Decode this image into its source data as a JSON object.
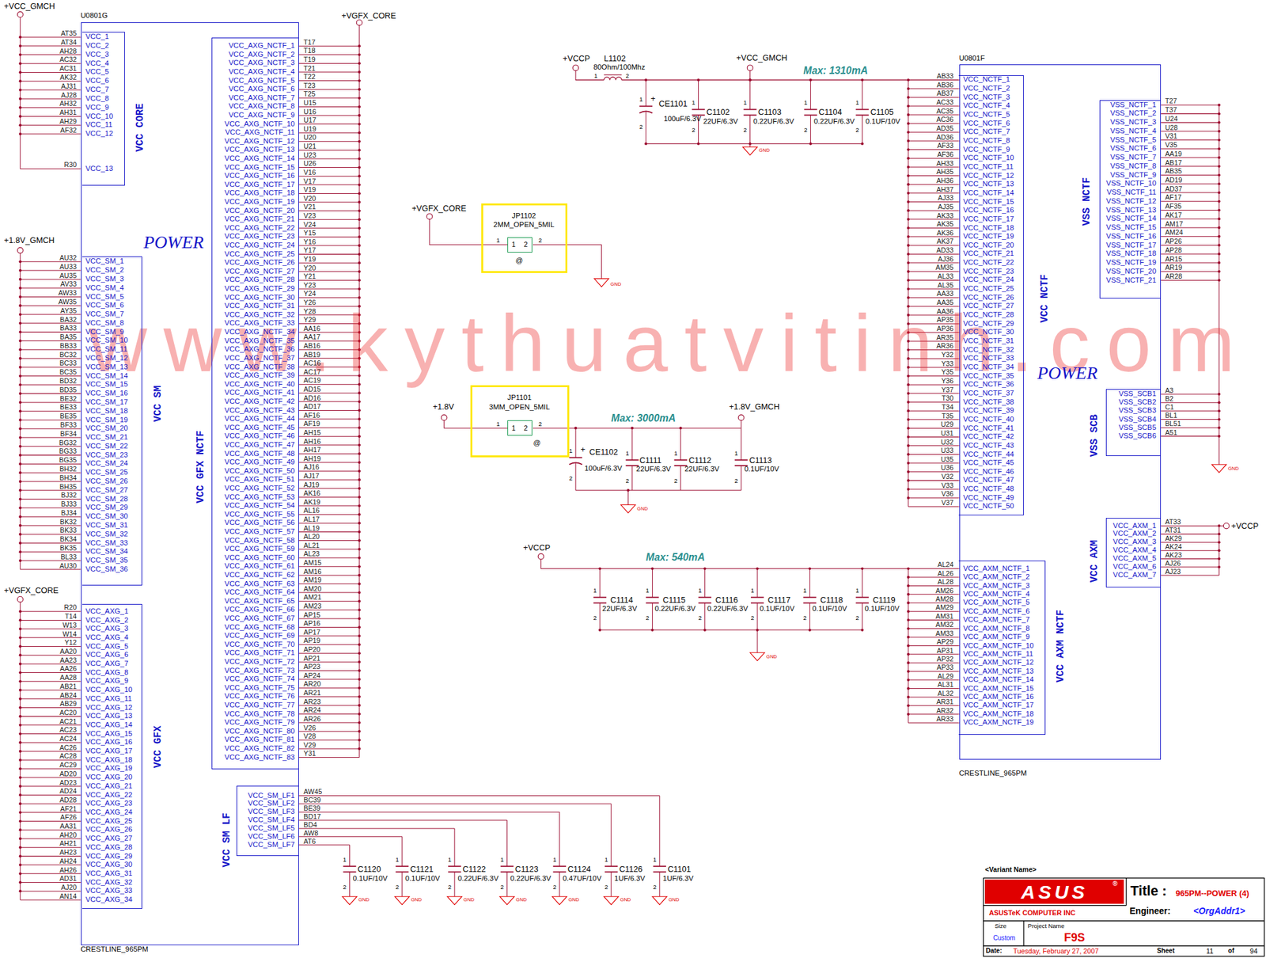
{
  "diagram": {
    "nodes": [
      {
        "text": [
          "U0801G",
          "POWER",
          "CRESTLINE_965PM"
        ]
      },
      {
        "text": [
          "VCC CORE"
        ],
        "in": 0
      },
      {
        "text": [
          "VCC SM"
        ],
        "in": 0
      },
      {
        "text": [
          "VCC GFX"
        ],
        "in": 0
      },
      {
        "text": [
          "VCC GFX NCTF"
        ],
        "in": 0
      },
      {
        "text": [
          "VCC SM LF"
        ],
        "in": 0
      },
      {
        "text": [
          "JP1102",
          "2MM_OPEN_5MIL"
        ]
      },
      {
        "text": [
          "1",
          "2"
        ],
        "in": 6
      },
      {
        "text": [
          "JP1101",
          "3MM_OPEN_5MIL"
        ]
      },
      {
        "text": [
          "1",
          "2"
        ],
        "in": 8
      },
      {
        "text": [
          "U0801F",
          "POWER",
          "CRESTLINE_965PM"
        ]
      },
      {
        "text": [
          "VCC NCTF"
        ],
        "in": 10
      },
      {
        "text": [
          "VSS NCTF"
        ],
        "in": 10
      },
      {
        "text": [
          "VSS SCB"
        ],
        "in": 10
      },
      {
        "text": [
          "VCC AXM"
        ],
        "in": 10
      },
      {
        "text": [
          "VCC AXM NCTF"
        ],
        "in": 10
      },
      {
        "text": [
          "ASUS"
        ]
      }
    ],
    "labels": [
      "+VCC_GMCH",
      "AT35",
      "AT34",
      "AH28",
      "AC32",
      "AC31",
      "AK32",
      "AJ31",
      "AJ28",
      "AH32",
      "AH31",
      "AH29",
      "AF32",
      "R30",
      "VCC_1",
      "VCC_2",
      "VCC_3",
      "VCC_4",
      "VCC_5",
      "VCC_6",
      "VCC_7",
      "VCC_8",
      "VCC_9",
      "VCC_10",
      "VCC_11",
      "VCC_12",
      "VCC_13",
      "+1.8V_GMCH",
      "AU32",
      "AU33",
      "AU35",
      "AV33",
      "AW33",
      "AW35",
      "AY35",
      "BA32",
      "BA33",
      "BA35",
      "BB33",
      "BC32",
      "BC33",
      "BC35",
      "BD32",
      "BD35",
      "BE32",
      "BE33",
      "BE35",
      "BF33",
      "BF34",
      "BG32",
      "BG33",
      "BG35",
      "BH32",
      "BH34",
      "BH35",
      "BJ32",
      "BJ33",
      "BJ34",
      "BK32",
      "BK33",
      "BK34",
      "BK35",
      "BL33",
      "AU30",
      "VCC_SM_1",
      "VCC_SM_2",
      "VCC_SM_3",
      "VCC_SM_4",
      "VCC_SM_5",
      "VCC_SM_6",
      "VCC_SM_7",
      "VCC_SM_8",
      "VCC_SM_9",
      "VCC_SM_10",
      "VCC_SM_11",
      "VCC_SM_12",
      "VCC_SM_13",
      "VCC_SM_14",
      "VCC_SM_15",
      "VCC_SM_16",
      "VCC_SM_17",
      "VCC_SM_18",
      "VCC_SM_19",
      "VCC_SM_20",
      "VCC_SM_21",
      "VCC_SM_22",
      "VCC_SM_23",
      "VCC_SM_24",
      "VCC_SM_25",
      "VCC_SM_26",
      "VCC_SM_27",
      "VCC_SM_28",
      "VCC_SM_29",
      "VCC_SM_30",
      "VCC_SM_31",
      "VCC_SM_32",
      "VCC_SM_33",
      "VCC_SM_34",
      "VCC_SM_35",
      "VCC_SM_36",
      "+VGFX_CORE",
      "R20",
      "T14",
      "W13",
      "W14",
      "Y12",
      "AA20",
      "AA23",
      "AA26",
      "AA28",
      "AB21",
      "AB24",
      "AB29",
      "AC20",
      "AC21",
      "AC23",
      "AC24",
      "AC26",
      "AC28",
      "AC29",
      "AD20",
      "AD23",
      "AD24",
      "AD28",
      "AF21",
      "AF26",
      "AA31",
      "AH20",
      "AH21",
      "AH23",
      "AH24",
      "AH26",
      "AD31",
      "AJ20",
      "AN14",
      "VCC_AXG_1",
      "VCC_AXG_2",
      "VCC_AXG_3",
      "VCC_AXG_4",
      "VCC_AXG_5",
      "VCC_AXG_6",
      "VCC_AXG_7",
      "VCC_AXG_8",
      "VCC_AXG_9",
      "VCC_AXG_10",
      "VCC_AXG_11",
      "VCC_AXG_12",
      "VCC_AXG_13",
      "VCC_AXG_14",
      "VCC_AXG_15",
      "VCC_AXG_16",
      "VCC_AXG_17",
      "VCC_AXG_18",
      "VCC_AXG_19",
      "VCC_AXG_20",
      "VCC_AXG_21",
      "VCC_AXG_22",
      "VCC_AXG_23",
      "VCC_AXG_24",
      "VCC_AXG_25",
      "VCC_AXG_26",
      "VCC_AXG_27",
      "VCC_AXG_28",
      "VCC_AXG_29",
      "VCC_AXG_30",
      "VCC_AXG_31",
      "VCC_AXG_32",
      "VCC_AXG_33",
      "VCC_AXG_34",
      "+VGFX_CORE",
      "T17",
      "T18",
      "T19",
      "T21",
      "T22",
      "T23",
      "T25",
      "U15",
      "U16",
      "U17",
      "U19",
      "U20",
      "U21",
      "U23",
      "U26",
      "V16",
      "V17",
      "V19",
      "V20",
      "V21",
      "V23",
      "V24",
      "Y15",
      "Y16",
      "Y17",
      "Y19",
      "Y20",
      "Y21",
      "Y23",
      "Y24",
      "Y26",
      "Y28",
      "Y29",
      "AA16",
      "AA17",
      "AB16",
      "AB19",
      "AC16",
      "AC17",
      "AC19",
      "AD15",
      "AD16",
      "AD17",
      "AF16",
      "AF19",
      "AH15",
      "AH16",
      "AH17",
      "AH19",
      "AJ16",
      "AJ17",
      "AJ19",
      "AK16",
      "AK19",
      "AL16",
      "AL17",
      "AL19",
      "AL20",
      "AL21",
      "AL23",
      "AM15",
      "AM16",
      "AM19",
      "AM20",
      "AM21",
      "AM23",
      "AP15",
      "AP16",
      "AP17",
      "AP19",
      "AP20",
      "AP21",
      "AP23",
      "AP24",
      "AR20",
      "AR21",
      "AR23",
      "AR24",
      "AR26",
      "V26",
      "V28",
      "V29",
      "Y31",
      "VCC_AXG_NCTF_1",
      "VCC_AXG_NCTF_2",
      "VCC_AXG_NCTF_3",
      "VCC_AXG_NCTF_4",
      "VCC_AXG_NCTF_5",
      "VCC_AXG_NCTF_6",
      "VCC_AXG_NCTF_7",
      "VCC_AXG_NCTF_8",
      "VCC_AXG_NCTF_9",
      "VCC_AXG_NCTF_10",
      "VCC_AXG_NCTF_11",
      "VCC_AXG_NCTF_12",
      "VCC_AXG_NCTF_13",
      "VCC_AXG_NCTF_14",
      "VCC_AXG_NCTF_15",
      "VCC_AXG_NCTF_16",
      "VCC_AXG_NCTF_17",
      "VCC_AXG_NCTF_18",
      "VCC_AXG_NCTF_19",
      "VCC_AXG_NCTF_20",
      "VCC_AXG_NCTF_21",
      "VCC_AXG_NCTF_22",
      "VCC_AXG_NCTF_23",
      "VCC_AXG_NCTF_24",
      "VCC_AXG_NCTF_25",
      "VCC_AXG_NCTF_26",
      "VCC_AXG_NCTF_27",
      "VCC_AXG_NCTF_28",
      "VCC_AXG_NCTF_29",
      "VCC_AXG_NCTF_30",
      "VCC_AXG_NCTF_31",
      "VCC_AXG_NCTF_32",
      "VCC_AXG_NCTF_33",
      "VCC_AXG_NCTF_34",
      "VCC_AXG_NCTF_35",
      "VCC_AXG_NCTF_36",
      "VCC_AXG_NCTF_37",
      "VCC_AXG_NCTF_38",
      "VCC_AXG_NCTF_39",
      "VCC_AXG_NCTF_40",
      "VCC_AXG_NCTF_41",
      "VCC_AXG_NCTF_42",
      "VCC_AXG_NCTF_43",
      "VCC_AXG_NCTF_44",
      "VCC_AXG_NCTF_45",
      "VCC_AXG_NCTF_46",
      "VCC_AXG_NCTF_47",
      "VCC_AXG_NCTF_48",
      "VCC_AXG_NCTF_49",
      "VCC_AXG_NCTF_50",
      "VCC_AXG_NCTF_51",
      "VCC_AXG_NCTF_52",
      "VCC_AXG_NCTF_53",
      "VCC_AXG_NCTF_54",
      "VCC_AXG_NCTF_55",
      "VCC_AXG_NCTF_56",
      "VCC_AXG_NCTF_57",
      "VCC_AXG_NCTF_58",
      "VCC_AXG_NCTF_59",
      "VCC_AXG_NCTF_60",
      "VCC_AXG_NCTF_61",
      "VCC_AXG_NCTF_62",
      "VCC_AXG_NCTF_63",
      "VCC_AXG_NCTF_64",
      "VCC_AXG_NCTF_65",
      "VCC_AXG_NCTF_66",
      "VCC_AXG_NCTF_67",
      "VCC_AXG_NCTF_68",
      "VCC_AXG_NCTF_69",
      "VCC_AXG_NCTF_70",
      "VCC_AXG_NCTF_71",
      "VCC_AXG_NCTF_72",
      "VCC_AXG_NCTF_73",
      "VCC_AXG_NCTF_74",
      "VCC_AXG_NCTF_75",
      "VCC_AXG_NCTF_76",
      "VCC_AXG_NCTF_77",
      "VCC_AXG_NCTF_78",
      "VCC_AXG_NCTF_79",
      "VCC_AXG_NCTF_80",
      "VCC_AXG_NCTF_81",
      "VCC_AXG_NCTF_82",
      "VCC_AXG_NCTF_83",
      "AW45",
      "BC39",
      "BE39",
      "BD17",
      "BD4",
      "AW8",
      "AT6",
      "VCC_SM_LF1",
      "VCC_SM_LF2",
      "VCC_SM_LF3",
      "VCC_SM_LF4",
      "VCC_SM_LF5",
      "VCC_SM_LF6",
      "VCC_SM_LF7",
      "1",
      "2",
      "C1120",
      "0.1UF/10V",
      "GND",
      "1",
      "2",
      "C1121",
      "0.1UF/10V",
      "GND",
      "1",
      "2",
      "C1122",
      "0.22UF/6.3V",
      "GND",
      "1",
      "2",
      "C1123",
      "0.22UF/6.3V",
      "GND",
      "1",
      "2",
      "C1124",
      "0.47UF/10V",
      "GND",
      "1",
      "2",
      "C1126",
      "1UF/6.3V",
      "GND",
      "1",
      "2",
      "C1101",
      "1UF/6.3V",
      "GND",
      "+VCCP",
      "L1102",
      "80Ohm/100Mhz",
      "1",
      "2",
      "+VCC_GMCH",
      "Max: 1310mA",
      "1",
      "2",
      "+",
      "CE1101",
      "100uF/6.3V",
      "1",
      "2",
      "C1102",
      "22UF/6.3V",
      "1",
      "2",
      "C1103",
      "0.22UF/6.3V",
      "1",
      "2",
      "C1104",
      "0.22UF/6.3V",
      "1",
      "2",
      "C1105",
      "0.1UF/10V",
      "GND",
      "+VGFX_CORE",
      "1",
      "2",
      "@",
      "GND",
      "+1.8V",
      "1",
      "2",
      "@",
      "+1.8V_GMCH",
      "Max: 3000mA",
      "1",
      "2",
      "+",
      "CE1102",
      "100uF/6.3V",
      "1",
      "2",
      "C1111",
      "22UF/6.3V",
      "1",
      "2",
      "C1112",
      "22UF/6.3V",
      "1",
      "2",
      "C1113",
      "0.1UF/10V",
      "GND",
      "+VCCP",
      "Max: 540mA",
      "1",
      "2",
      "C1114",
      "22UF/6.3V",
      "1",
      "2",
      "C1115",
      "0.22UF/6.3V",
      "1",
      "2",
      "C1116",
      "0.22UF/6.3V",
      "1",
      "2",
      "C1117",
      "0.1UF/10V",
      "1",
      "2",
      "C1118",
      "0.1UF/10V",
      "1",
      "2",
      "C1119",
      "0.1UF/10V",
      "GND",
      "AB33",
      "AB36",
      "AB37",
      "AC33",
      "AC35",
      "AC36",
      "AD35",
      "AD36",
      "AF33",
      "AF36",
      "AH33",
      "AH35",
      "AH36",
      "AH37",
      "AJ33",
      "AJ35",
      "AK33",
      "AK35",
      "AK36",
      "AK37",
      "AD33",
      "AJ36",
      "AM35",
      "AL33",
      "AL35",
      "AA33",
      "AA35",
      "AA36",
      "AP35",
      "AP36",
      "AR35",
      "AR36",
      "Y32",
      "Y33",
      "Y35",
      "Y36",
      "Y37",
      "T30",
      "T34",
      "T35",
      "U29",
      "U31",
      "U32",
      "U33",
      "U35",
      "U36",
      "V32",
      "V33",
      "V36",
      "V37",
      "VCC_NCTF_1",
      "VCC_NCTF_2",
      "VCC_NCTF_3",
      "VCC_NCTF_4",
      "VCC_NCTF_5",
      "VCC_NCTF_6",
      "VCC_NCTF_7",
      "VCC_NCTF_8",
      "VCC_NCTF_9",
      "VCC_NCTF_10",
      "VCC_NCTF_11",
      "VCC_NCTF_12",
      "VCC_NCTF_13",
      "VCC_NCTF_14",
      "VCC_NCTF_15",
      "VCC_NCTF_16",
      "VCC_NCTF_17",
      "VCC_NCTF_18",
      "VCC_NCTF_19",
      "VCC_NCTF_20",
      "VCC_NCTF_21",
      "VCC_NCTF_22",
      "VCC_NCTF_23",
      "VCC_NCTF_24",
      "VCC_NCTF_25",
      "VCC_NCTF_26",
      "VCC_NCTF_27",
      "VCC_NCTF_28",
      "VCC_NCTF_29",
      "VCC_NCTF_30",
      "VCC_NCTF_31",
      "VCC_NCTF_32",
      "VCC_NCTF_33",
      "VCC_NCTF_34",
      "VCC_NCTF_35",
      "VCC_NCTF_36",
      "VCC_NCTF_37",
      "VCC_NCTF_38",
      "VCC_NCTF_39",
      "VCC_NCTF_40",
      "VCC_NCTF_41",
      "VCC_NCTF_42",
      "VCC_NCTF_43",
      "VCC_NCTF_44",
      "VCC_NCTF_45",
      "VCC_NCTF_46",
      "VCC_NCTF_47",
      "VCC_NCTF_48",
      "VCC_NCTF_49",
      "VCC_NCTF_50",
      "AL24",
      "AL26",
      "AL28",
      "AM26",
      "AM28",
      "AM29",
      "AM31",
      "AM32",
      "AM33",
      "AP29",
      "AP31",
      "AP32",
      "AP33",
      "AL29",
      "AL31",
      "AL32",
      "AR31",
      "AR32",
      "AR33",
      "VCC_AXM_NCTF_1",
      "VCC_AXM_NCTF_2",
      "VCC_AXM_NCTF_3",
      "VCC_AXM_NCTF_4",
      "VCC_AXM_NCTF_5",
      "VCC_AXM_NCTF_6",
      "VCC_AXM_NCTF_7",
      "VCC_AXM_NCTF_8",
      "VCC_AXM_NCTF_9",
      "VCC_AXM_NCTF_10",
      "VCC_AXM_NCTF_11",
      "VCC_AXM_NCTF_12",
      "VCC_AXM_NCTF_13",
      "VCC_AXM_NCTF_14",
      "VCC_AXM_NCTF_15",
      "VCC_AXM_NCTF_16",
      "VCC_AXM_NCTF_17",
      "VCC_AXM_NCTF_18",
      "VCC_AXM_NCTF_19",
      "VSS_NCTF_1",
      "VSS_NCTF_2",
      "VSS_NCTF_3",
      "VSS_NCTF_4",
      "VSS_NCTF_5",
      "VSS_NCTF_6",
      "VSS_NCTF_7",
      "VSS_NCTF_8",
      "VSS_NCTF_9",
      "VSS_NCTF_10",
      "VSS_NCTF_11",
      "VSS_NCTF_12",
      "VSS_NCTF_13",
      "VSS_NCTF_14",
      "VSS_NCTF_15",
      "VSS_NCTF_16",
      "VSS_NCTF_17",
      "VSS_NCTF_18",
      "VSS_NCTF_19",
      "VSS_NCTF_20",
      "VSS_NCTF_21",
      "T27",
      "T37",
      "U24",
      "U28",
      "V31",
      "V35",
      "AA19",
      "AB17",
      "AB35",
      "AD19",
      "AD37",
      "AF17",
      "AF35",
      "AK17",
      "AM17",
      "AM24",
      "AP26",
      "AP28",
      "AR15",
      "AR19",
      "AR28",
      "VSS_SCB1",
      "VSS_SCB2",
      "VSS_SCB3",
      "VSS_SCB4",
      "VSS_SCB5",
      "VSS_SCB6",
      "A3",
      "B2",
      "C1",
      "BL1",
      "BL51",
      "A51",
      "VCC_AXM_1",
      "VCC_AXM_2",
      "VCC_AXM_3",
      "VCC_AXM_4",
      "VCC_AXM_5",
      "VCC_AXM_6",
      "VCC_AXM_7",
      "AT33",
      "AT31",
      "AK29",
      "AK24",
      "AK23",
      "AJ26",
      "AJ23",
      "+VCCP",
      "GND",
      "www.kythuatvitinh.com",
      "<Variant Name>",
      "®",
      "ASUSTeK COMPUTER INC",
      "Title :",
      "965PM--POWER (4)",
      "Engineer:",
      "<OrgAddr1>",
      "Size",
      "Project Name",
      "Custom",
      "F9S",
      "Date:",
      "Tuesday, February 27, 2007",
      "Sheet",
      "11",
      "of",
      "94"
    ]
  }
}
